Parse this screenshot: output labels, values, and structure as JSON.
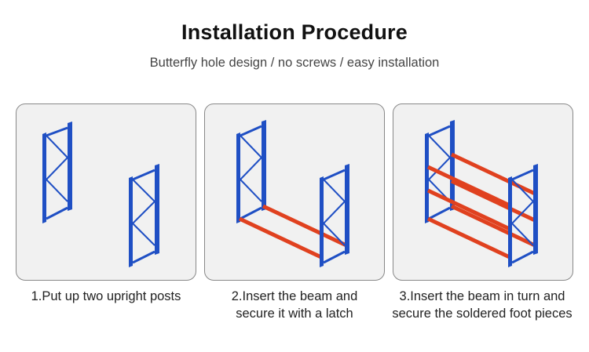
{
  "header": {
    "title": "Installation Procedure",
    "subtitle": "Butterfly hole design / no screws / easy installation"
  },
  "colors": {
    "upright": "#1f4fc4",
    "beam": "#e0411f",
    "panel_bg": "#f1f1f1"
  },
  "steps": [
    {
      "line1": "1.Put up two upright posts",
      "line2": ""
    },
    {
      "line1": "2.Insert the beam and",
      "line2": "secure it with a latch"
    },
    {
      "line1": "3.Insert the beam in turn and",
      "line2": "secure the soldered foot pieces"
    }
  ]
}
